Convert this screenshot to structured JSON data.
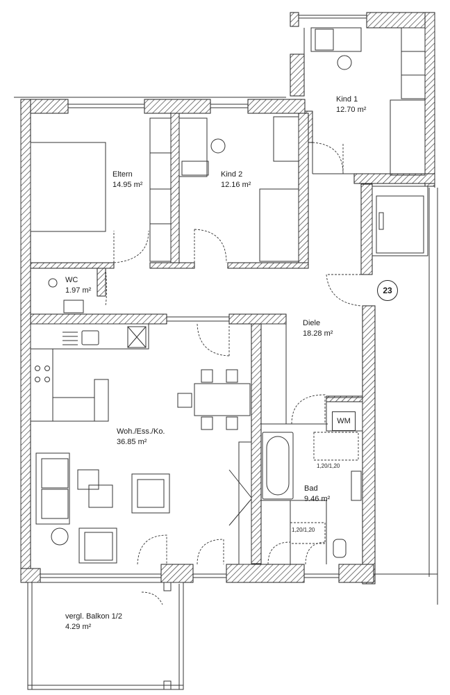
{
  "rooms": {
    "kind1": {
      "name": "Kind 1",
      "area": "12.70 m²"
    },
    "eltern": {
      "name": "Eltern",
      "area": "14.95 m²"
    },
    "kind2": {
      "name": "Kind 2",
      "area": "12.16 m²"
    },
    "wc": {
      "name": "WC",
      "area": "1.97 m²"
    },
    "diele": {
      "name": "Diele",
      "area": "18.28 m²"
    },
    "wohnen": {
      "name": "Woh./Ess./Ko.",
      "area": "36.85 m²"
    },
    "bad": {
      "name": "Bad",
      "area": "9.46 m²"
    },
    "balkon": {
      "name": "vergl. Balkon 1/2",
      "area": "4.29 m²"
    }
  },
  "shower_labels": {
    "upper": "1,20/1,20",
    "lower": "1,20/1,20"
  },
  "appliance_label": "WM",
  "unit_number": "23"
}
